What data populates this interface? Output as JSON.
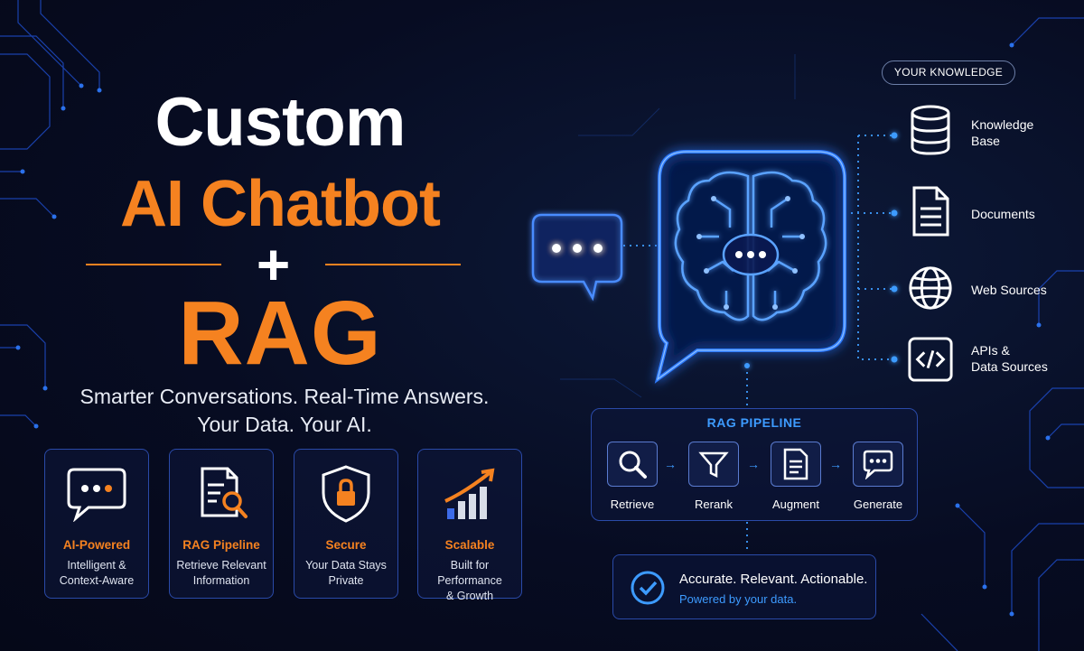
{
  "headline": {
    "line1": "Custom",
    "line2": "AI Chatbot",
    "plus": "+",
    "line3": "RAG"
  },
  "tagline": {
    "line1": "Smarter Conversations. Real-Time Answers.",
    "line2": "Your Data. Your AI."
  },
  "features": [
    {
      "icon": "chat-icon",
      "title": "AI-Powered",
      "desc1": "Intelligent &",
      "desc2": "Context-Aware"
    },
    {
      "icon": "document-search-icon",
      "title": "RAG Pipeline",
      "desc1": "Retrieve Relevant",
      "desc2": "Information"
    },
    {
      "icon": "shield-lock-icon",
      "title": "Secure",
      "desc1": "Your Data Stays",
      "desc2": "Private"
    },
    {
      "icon": "growth-chart-icon",
      "title": "Scalable",
      "desc1": "Built for Performance",
      "desc2": "& Growth"
    }
  ],
  "knowledge": {
    "title": "YOUR KNOWLEDGE",
    "sources": [
      {
        "icon": "database-icon",
        "line1": "Knowledge",
        "line2": "Base"
      },
      {
        "icon": "document-icon",
        "line1": "Documents",
        "line2": ""
      },
      {
        "icon": "globe-icon",
        "line1": "Web Sources",
        "line2": ""
      },
      {
        "icon": "code-icon",
        "line1": "APIs &",
        "line2": "Data Sources"
      }
    ]
  },
  "pipeline": {
    "title": "RAG PIPELINE",
    "steps": [
      {
        "icon": "magnifier-icon",
        "label": "Retrieve"
      },
      {
        "icon": "filter-icon",
        "label": "Rerank"
      },
      {
        "icon": "document-icon",
        "label": "Augment"
      },
      {
        "icon": "chat-icon",
        "label": "Generate"
      }
    ],
    "arrow": "→"
  },
  "result": {
    "line1": "Accurate. Relevant. Actionable.",
    "line2": "Powered by your data."
  },
  "colors": {
    "accent_orange": "#f58220",
    "accent_blue": "#3d9bff",
    "background": "#070c22"
  }
}
